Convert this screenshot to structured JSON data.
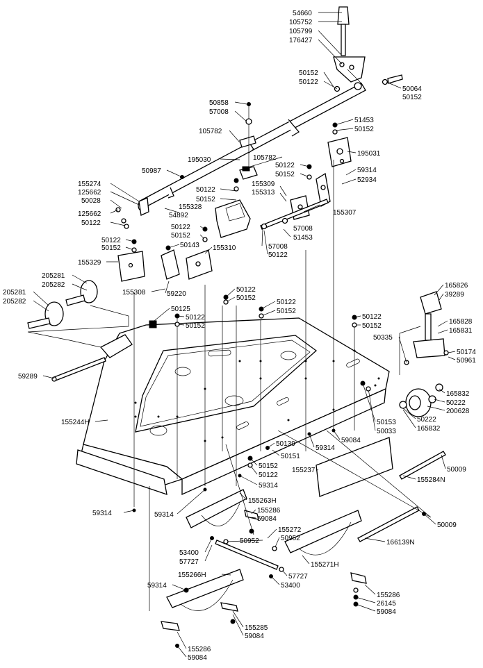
{
  "diagram": {
    "labels": {
      "p54660": "54660",
      "p105752": "105752",
      "p105799": "105799",
      "p176427": "176427",
      "p50152a": "50152",
      "p50122a": "50122",
      "p50064": "50064",
      "p50152b": "50152",
      "p50858": "50858",
      "p57008a": "57008",
      "p51453a": "51453",
      "p50152c": "50152",
      "p105782a": "105782",
      "p195031": "195031",
      "p195030": "195030",
      "p105782b": "105782",
      "p50122b": "50122",
      "p50152d": "50152",
      "p59314a": "59314",
      "p52934": "52934",
      "p50987": "50987",
      "p155274": "155274",
      "p125662a": "125662",
      "p50028": "50028",
      "p125662b": "125662",
      "p50122c": "50122",
      "p50122d": "50122",
      "p50152e": "50152",
      "p155309": "155309",
      "p155313": "155313",
      "p155328": "155328",
      "p54892": "54892",
      "p155307": "155307",
      "p57008b": "57008",
      "p51453b": "51453",
      "p57008c": "57008",
      "p50122e": "50122",
      "p50122f": "50122",
      "p50152f": "50152",
      "p50143": "50143",
      "p155310": "155310",
      "p50122g": "50122",
      "p50152g": "50152",
      "p155329": "155329",
      "p205281a": "205281",
      "p205282a": "205282",
      "p155308": "155308",
      "p59220": "59220",
      "p205281b": "205281",
      "p205282b": "205282",
      "p50122h": "50122",
      "p50152h": "50152",
      "p50125": "50125",
      "p50122i": "50122",
      "p50152i": "50152",
      "p50122j": "50122",
      "p50152j": "50152",
      "p50122k": "50122",
      "p50152k": "50152",
      "p165826": "165826",
      "p39289": "39289",
      "p165828": "165828",
      "p165831": "165831",
      "p50335": "50335",
      "p50174": "50174",
      "p50961": "50961",
      "p59289": "59289",
      "p165832a": "165832",
      "p50222a": "50222",
      "p200628": "200628",
      "p50222b": "50222",
      "p165832b": "165832",
      "p155244H": "155244H",
      "p50153": "50153",
      "p50033": "50033",
      "p50139": "50139",
      "p50151": "50151",
      "p59084a": "59084",
      "p59314b": "59314",
      "p155237": "155237",
      "p50009a": "50009",
      "p155284N": "155284N",
      "p50152l": "50152",
      "p50122l": "50122",
      "p59314c": "59314",
      "p155263H": "155263H",
      "p59314d": "59314",
      "p59314e": "59314",
      "p155286a": "155286",
      "p59084b": "59084",
      "p50009b": "50009",
      "p155272": "155272",
      "p50952a": "50952",
      "p50952b": "50952",
      "p166139N": "166139N",
      "p53400a": "53400",
      "p57727a": "57727",
      "p155271H": "155271H",
      "p57727b": "57727",
      "p155266H": "155266H",
      "p53400b": "53400",
      "p59314f": "59314",
      "p155286b": "155286",
      "p26145": "26145",
      "p59084c": "59084",
      "p155285": "155285",
      "p59084d": "59084",
      "p155286c": "155286",
      "p59084e": "59084"
    }
  }
}
